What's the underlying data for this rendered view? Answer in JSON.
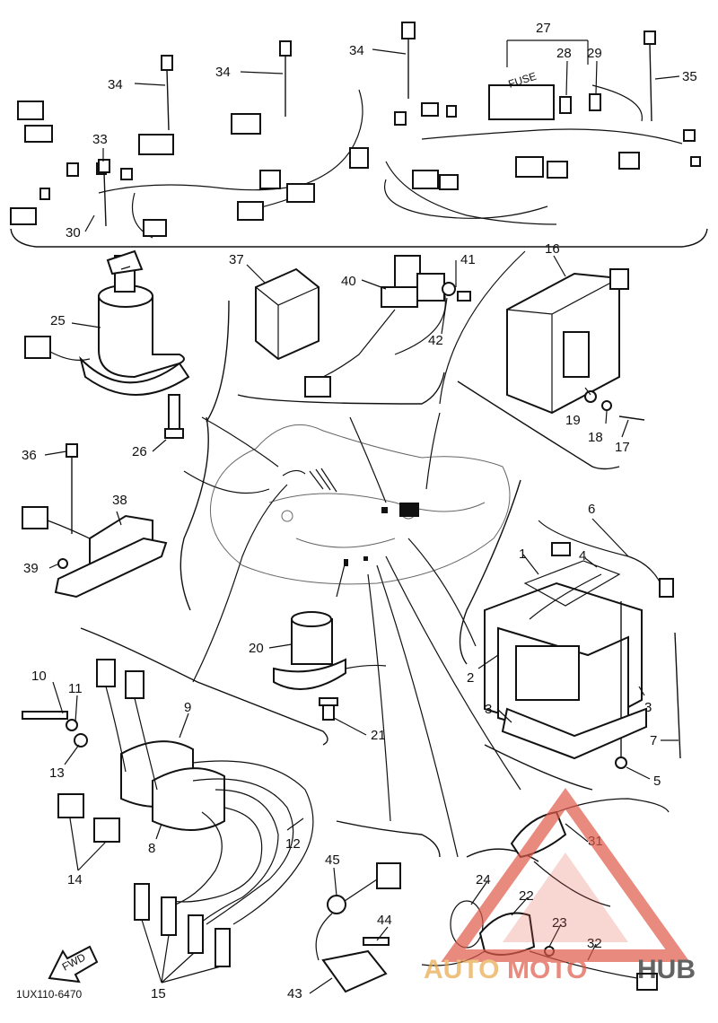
{
  "diagram": {
    "part_code": "1UX110-6470",
    "direction_label": "FWD",
    "fuse_label": "FUSE",
    "callouts": [
      "1",
      "2",
      "3",
      "3",
      "3",
      "4",
      "5",
      "6",
      "7",
      "8",
      "9",
      "10",
      "11",
      "12",
      "13",
      "14",
      "15",
      "16",
      "17",
      "18",
      "19",
      "20",
      "21",
      "22",
      "23",
      "24",
      "25",
      "26",
      "27",
      "28",
      "29",
      "30",
      "31",
      "32",
      "33",
      "34",
      "34",
      "34",
      "34",
      "35",
      "36",
      "37",
      "38",
      "39",
      "40",
      "41",
      "42",
      "43",
      "44",
      "45"
    ]
  },
  "watermark": {
    "part1": "AUTO",
    "part2": "MOTO",
    "part3": "HUB",
    "color_main": "#e05a4a",
    "color_dark": "#222222"
  }
}
